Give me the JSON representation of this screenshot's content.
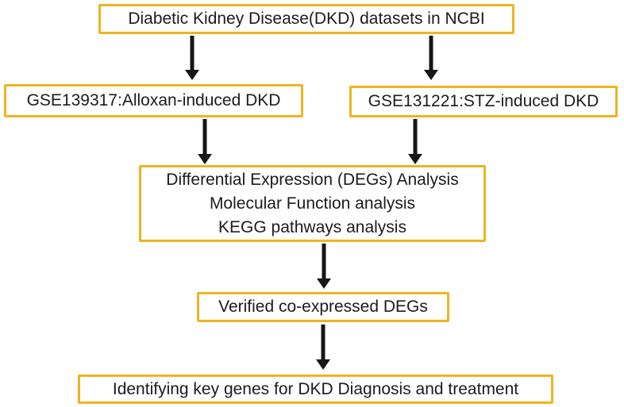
{
  "diagram": {
    "title": "DKD datasets analysis flowchart",
    "colors": {
      "box_border": "#EEB422",
      "arrow": "#161616",
      "text": "#1c1c1c",
      "background": "#ffffff"
    },
    "nodes": {
      "top": "Diabetic Kidney Disease(DKD) datasets in NCBI",
      "left": "GSE139317:Alloxan-induced DKD",
      "right": "GSE131221:STZ-induced DKD",
      "analysis_lines": [
        "Differential Expression (DEGs) Analysis",
        "Molecular Function analysis",
        "KEGG pathways analysis"
      ],
      "verified": "Verified co-expressed DEGs",
      "bottom": "Identifying key genes for DKD Diagnosis and treatment"
    },
    "edges": [
      {
        "from": "top",
        "to": "left"
      },
      {
        "from": "top",
        "to": "right"
      },
      {
        "from": "left",
        "to": "analysis"
      },
      {
        "from": "right",
        "to": "analysis"
      },
      {
        "from": "analysis",
        "to": "verified"
      },
      {
        "from": "verified",
        "to": "bottom"
      }
    ]
  }
}
